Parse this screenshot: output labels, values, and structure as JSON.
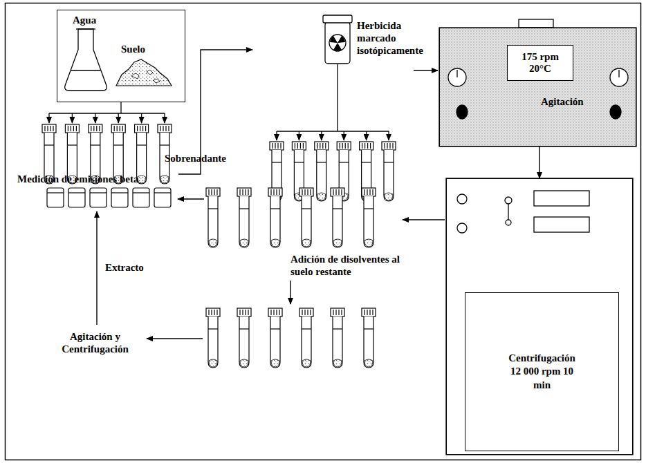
{
  "diagram": {
    "nodes": [
      {
        "text": [
          "Agua",
          "Suelo"
        ]
      },
      {
        "text": [
          "175 rpm 20°C",
          "Agitación"
        ]
      },
      {
        "text": [
          "Centrifugación 12 000 rpm 10 min"
        ]
      }
    ],
    "edges": [
      {
        "from": 1,
        "to": 2,
        "arrow": "to"
      }
    ],
    "labels": [
      "Herbicida marcado isotópicamente",
      "Sobrenadante",
      "Medición de emisiones beta",
      "Extracto",
      "Adición de disolventes al suelo restante",
      "Agitación y Centrifugación"
    ]
  }
}
